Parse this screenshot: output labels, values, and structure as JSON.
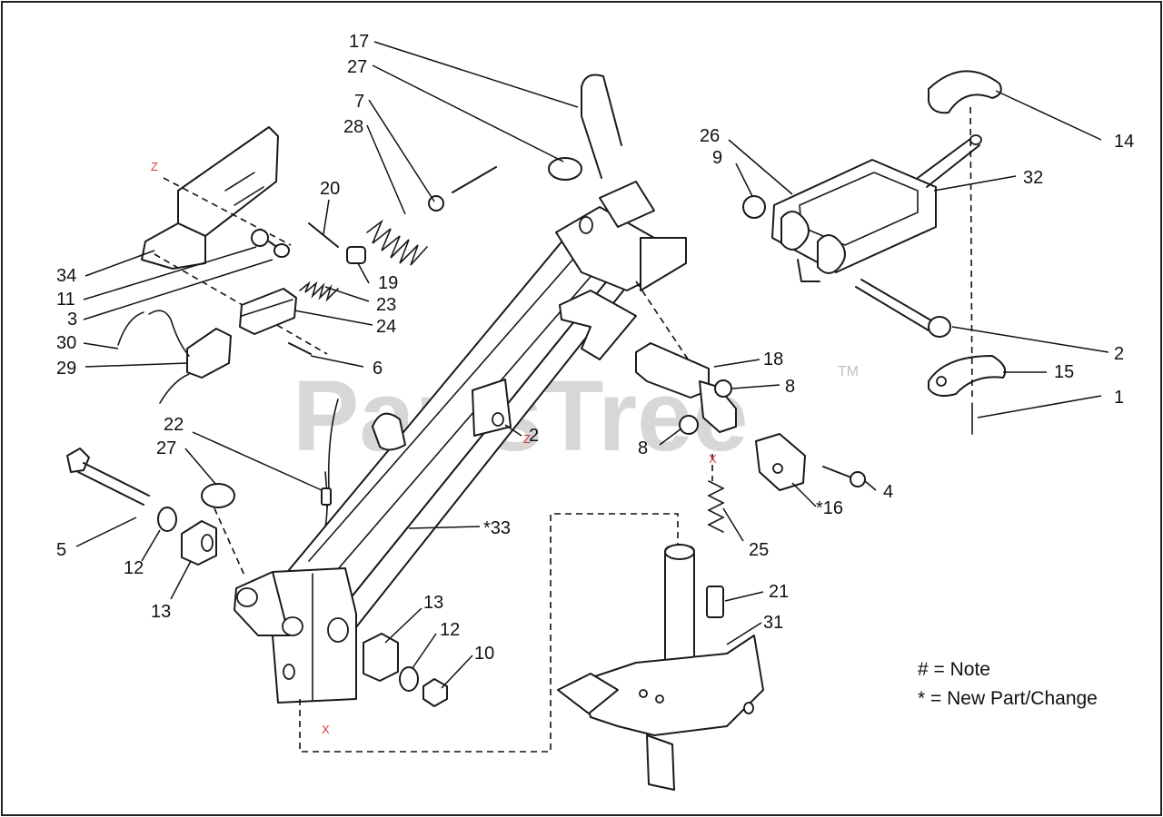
{
  "watermark": {
    "text": "PartsTree",
    "trademark": "TM"
  },
  "legend": [
    {
      "text": "# = Note"
    },
    {
      "text": "* = New Part/Change"
    }
  ],
  "callouts": {
    "c17": "17",
    "c27a": "27",
    "c7": "7",
    "c28": "28",
    "c20": "20",
    "c34": "34",
    "c11": "11",
    "c3": "3",
    "c30": "30",
    "c29": "29",
    "c19": "19",
    "c23": "23",
    "c24": "24",
    "c6": "6",
    "c22": "22",
    "c27b": "27",
    "c5": "5",
    "c12a": "12",
    "c13a": "13",
    "c13b": "13",
    "c12b": "12",
    "c10": "10",
    "c33": "*33",
    "c26": "26",
    "c9": "9",
    "c32": "32",
    "c14": "14",
    "c2a": "2",
    "c15": "15",
    "c1": "1",
    "c18": "18",
    "c8a": "8",
    "c8b": "8",
    "c4": "4",
    "c16": "*16",
    "c25": "25",
    "c21": "21",
    "c31": "31",
    "c2b": "2"
  },
  "marks": {
    "z1": "Z",
    "z2": "Z",
    "x1": "X",
    "x2": "X"
  }
}
